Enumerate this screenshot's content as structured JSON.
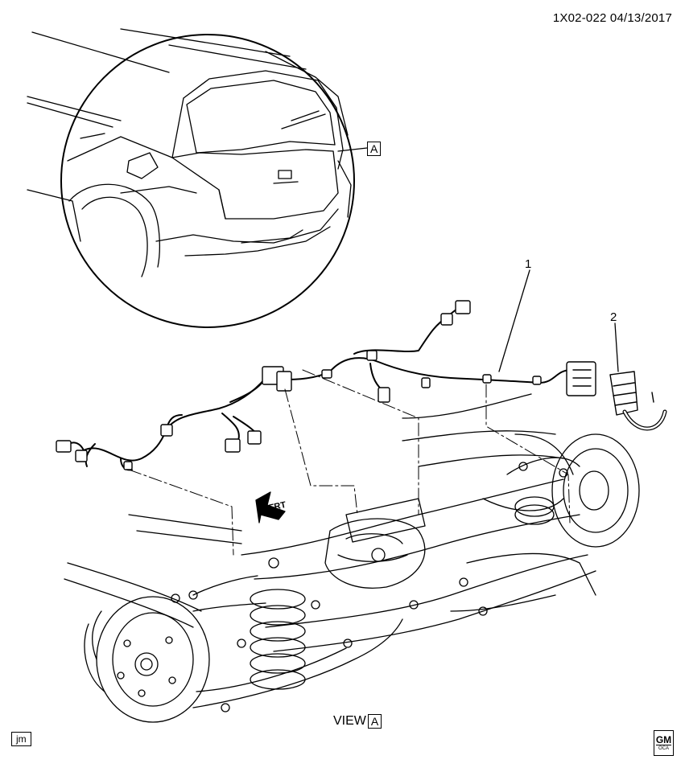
{
  "header": {
    "drawing_id": "1X02-022 04/13/2017"
  },
  "callouts": [
    {
      "label": "1"
    },
    {
      "label": "2"
    }
  ],
  "detail_marker": {
    "letter": "A"
  },
  "view_label": {
    "prefix": "VIEW",
    "letter": "A"
  },
  "direction_arrow": {
    "label": "FRT"
  },
  "footer": {
    "initials": "jm",
    "logo_text": "GM",
    "logo_sub": "OCA"
  },
  "colors": {
    "line": "#000000",
    "background": "#ffffff"
  }
}
